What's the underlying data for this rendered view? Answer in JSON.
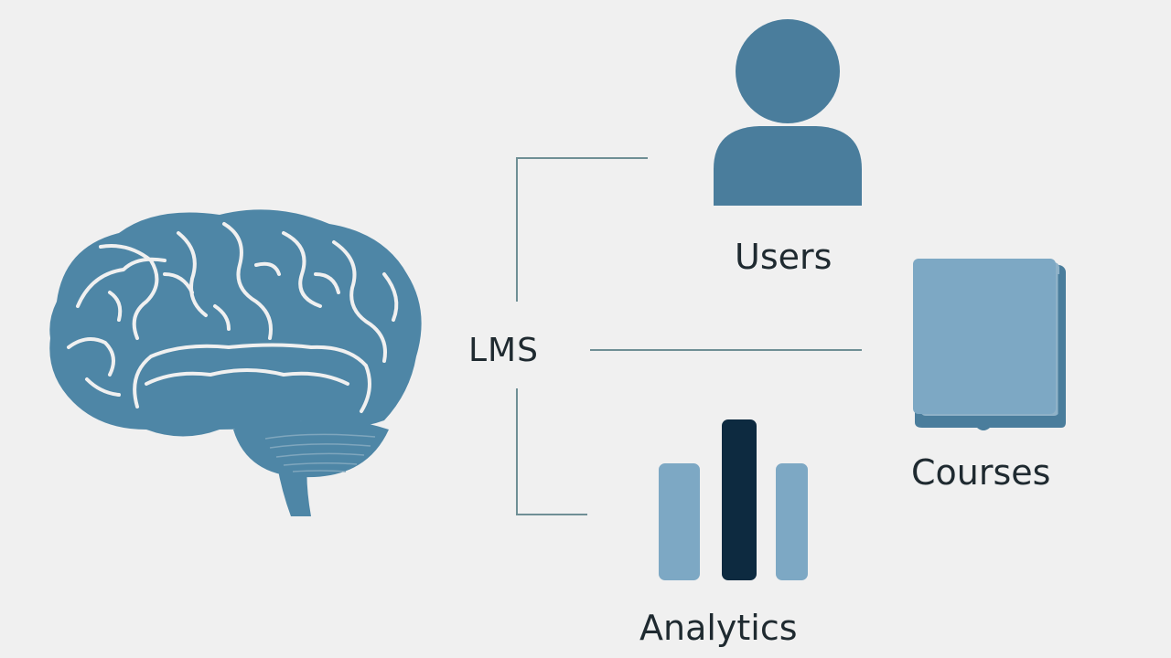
{
  "diagram": {
    "center_label": "LMS",
    "nodes": [
      {
        "id": "users",
        "label": "Users",
        "icon": "user-icon"
      },
      {
        "id": "courses",
        "label": "Courses",
        "icon": "book-icon"
      },
      {
        "id": "analytics",
        "label": "Analytics",
        "icon": "bar-chart-icon"
      }
    ],
    "left_icon": "brain-icon"
  },
  "colors": {
    "background": "#f0f0f0",
    "primary_blue": "#4a7d9c",
    "brain_blue": "#4e86a6",
    "light_blue": "#7da8c4",
    "dark_navy": "#0d2a40",
    "line_color": "#6f8f95",
    "text": "#1f2a30"
  }
}
